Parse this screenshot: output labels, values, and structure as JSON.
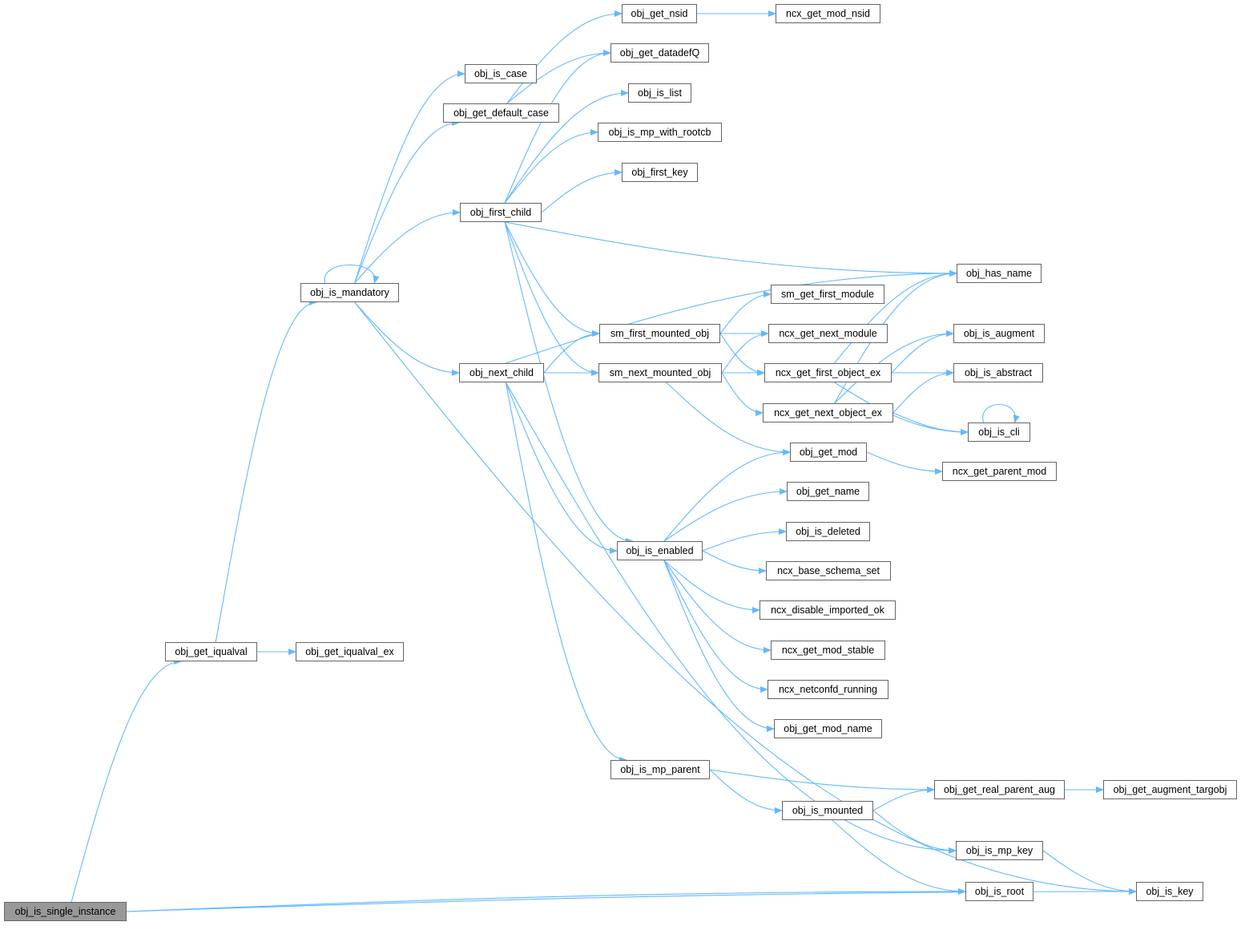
{
  "nodes": [
    {
      "label": "obj_is_single_instance"
    },
    {
      "label": "obj_get_iqualval"
    },
    {
      "label": "obj_get_iqualval_ex"
    },
    {
      "label": "obj_is_mandatory"
    },
    {
      "label": "obj_is_case"
    },
    {
      "label": "obj_get_default_case"
    },
    {
      "label": "obj_first_child"
    },
    {
      "label": "obj_next_child"
    },
    {
      "label": "obj_get_nsid"
    },
    {
      "label": "ncx_get_mod_nsid"
    },
    {
      "label": "obj_get_datadefQ"
    },
    {
      "label": "obj_is_list"
    },
    {
      "label": "obj_is_mp_with_rootcb"
    },
    {
      "label": "obj_first_key"
    },
    {
      "label": "sm_first_mounted_obj"
    },
    {
      "label": "sm_next_mounted_obj"
    },
    {
      "label": "obj_is_enabled"
    },
    {
      "label": "obj_is_mp_parent"
    },
    {
      "label": "obj_has_name"
    },
    {
      "label": "sm_get_first_module"
    },
    {
      "label": "ncx_get_next_module"
    },
    {
      "label": "ncx_get_first_object_ex"
    },
    {
      "label": "ncx_get_next_object_ex"
    },
    {
      "label": "obj_get_mod"
    },
    {
      "label": "obj_get_name"
    },
    {
      "label": "obj_is_deleted"
    },
    {
      "label": "ncx_base_schema_set"
    },
    {
      "label": "ncx_disable_imported_ok"
    },
    {
      "label": "ncx_get_mod_stable"
    },
    {
      "label": "ncx_netconfd_running"
    },
    {
      "label": "obj_get_mod_name"
    },
    {
      "label": "obj_is_augment"
    },
    {
      "label": "obj_is_abstract"
    },
    {
      "label": "obj_is_cli"
    },
    {
      "label": "ncx_get_parent_mod"
    },
    {
      "label": "obj_get_real_parent_aug"
    },
    {
      "label": "obj_get_augment_targobj"
    },
    {
      "label": "obj_is_mounted"
    },
    {
      "label": "obj_is_mp_key"
    },
    {
      "label": "obj_is_root"
    },
    {
      "label": "obj_is_key"
    }
  ],
  "edges": [
    [
      0,
      1
    ],
    [
      0,
      39
    ],
    [
      0,
      40
    ],
    [
      1,
      3
    ],
    [
      1,
      2
    ],
    [
      3,
      3
    ],
    [
      3,
      4
    ],
    [
      3,
      5
    ],
    [
      3,
      6
    ],
    [
      3,
      7
    ],
    [
      3,
      40
    ],
    [
      5,
      8
    ],
    [
      5,
      10
    ],
    [
      6,
      10
    ],
    [
      6,
      11
    ],
    [
      6,
      12
    ],
    [
      6,
      13
    ],
    [
      6,
      18
    ],
    [
      6,
      14
    ],
    [
      6,
      15
    ],
    [
      6,
      16
    ],
    [
      7,
      18
    ],
    [
      7,
      14
    ],
    [
      7,
      15
    ],
    [
      7,
      16
    ],
    [
      7,
      17
    ],
    [
      7,
      38
    ],
    [
      8,
      9
    ],
    [
      14,
      19
    ],
    [
      14,
      20
    ],
    [
      14,
      21
    ],
    [
      15,
      20
    ],
    [
      15,
      21
    ],
    [
      15,
      22
    ],
    [
      15,
      23
    ],
    [
      21,
      18
    ],
    [
      21,
      31
    ],
    [
      21,
      32
    ],
    [
      21,
      33
    ],
    [
      22,
      18
    ],
    [
      22,
      31
    ],
    [
      22,
      32
    ],
    [
      22,
      33
    ],
    [
      33,
      33
    ],
    [
      23,
      34
    ],
    [
      16,
      23
    ],
    [
      16,
      24
    ],
    [
      16,
      25
    ],
    [
      16,
      26
    ],
    [
      16,
      27
    ],
    [
      16,
      28
    ],
    [
      16,
      29
    ],
    [
      16,
      30
    ],
    [
      17,
      35
    ],
    [
      17,
      37
    ],
    [
      37,
      35
    ],
    [
      37,
      38
    ],
    [
      37,
      39
    ],
    [
      35,
      36
    ],
    [
      38,
      40
    ]
  ],
  "colors": {
    "edge": "#63b8ff",
    "node_border": "#666666",
    "root_fill": "#999999"
  }
}
